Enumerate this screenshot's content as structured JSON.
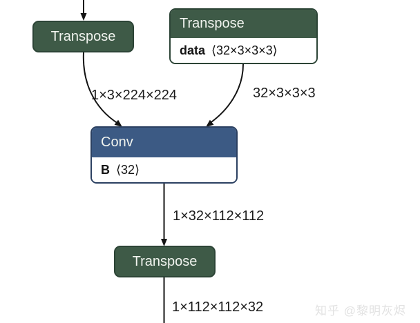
{
  "graph": {
    "nodes": [
      {
        "id": "transpose-a",
        "type": "Transpose",
        "label": "Transpose"
      },
      {
        "id": "transpose-b",
        "type": "Transpose",
        "label": "Transpose",
        "attr_name": "data",
        "attr_value": "⟨32×3×3×3⟩"
      },
      {
        "id": "conv",
        "type": "Conv",
        "label": "Conv",
        "attr_name": "B",
        "attr_value": "⟨32⟩"
      },
      {
        "id": "transpose-c",
        "type": "Transpose",
        "label": "Transpose"
      }
    ],
    "edge_labels": [
      {
        "label": "1×3×224×224"
      },
      {
        "label": "32×3×3×3"
      },
      {
        "label": "1×32×112×112"
      },
      {
        "label": "1×112×112×32"
      }
    ]
  },
  "colors": {
    "transpose_header": "#3e5a47",
    "transpose_border": "#2c4436",
    "conv_header": "#3c5a84",
    "conv_border": "#2b4061",
    "node_body_bg": "#ffffff",
    "header_text": "#f1f4ef",
    "body_text": "#141414",
    "edge": "#141414",
    "edge_label_text": "#1b1b1b",
    "watermark_text": "#e2e2e2",
    "background": "#ffffff"
  },
  "watermark": "知乎 @黎明灰烬"
}
